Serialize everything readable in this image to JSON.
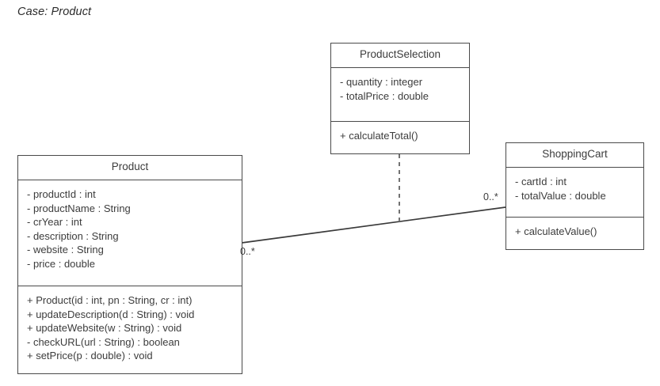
{
  "diagram": {
    "title": "Case: Product",
    "type": "uml-class-diagram",
    "colors": {
      "background": "#ffffff",
      "border": "#4a4a4a",
      "text": "#3c3c3c",
      "line": "#3a3a3a"
    },
    "classes": [
      {
        "id": "product",
        "name": "Product",
        "attributes": [
          "- productId : int",
          "- productName : String",
          "- crYear : int",
          "- description : String",
          "- website : String",
          "- price : double"
        ],
        "methods": [
          "+ Product(id : int, pn : String, cr : int)",
          "+ updateDescription(d : String) : void",
          "+ updateWebsite(w : String) : void",
          "- checkURL(url : String) : boolean",
          "+ setPrice(p : double) : void"
        ]
      },
      {
        "id": "productselection",
        "name": "ProductSelection",
        "attributes": [
          "- quantity : integer",
          "- totalPrice : double"
        ],
        "methods": [
          "+ calculateTotal()"
        ]
      },
      {
        "id": "shoppingcart",
        "name": "ShoppingCart",
        "attributes": [
          "- cartId : int",
          "- totalValue : double"
        ],
        "methods": [
          "+ calculateValue()"
        ]
      }
    ],
    "relationships": [
      {
        "id": "product-shoppingcart-association",
        "kind": "association",
        "source": "product",
        "target": "shoppingcart",
        "source_multiplicity": "0..*",
        "target_multiplicity": "0..*"
      },
      {
        "id": "productselection-association-link",
        "kind": "association-class-link",
        "style": "dashed",
        "source": "productselection",
        "target": "product-shoppingcart-association"
      }
    ]
  }
}
